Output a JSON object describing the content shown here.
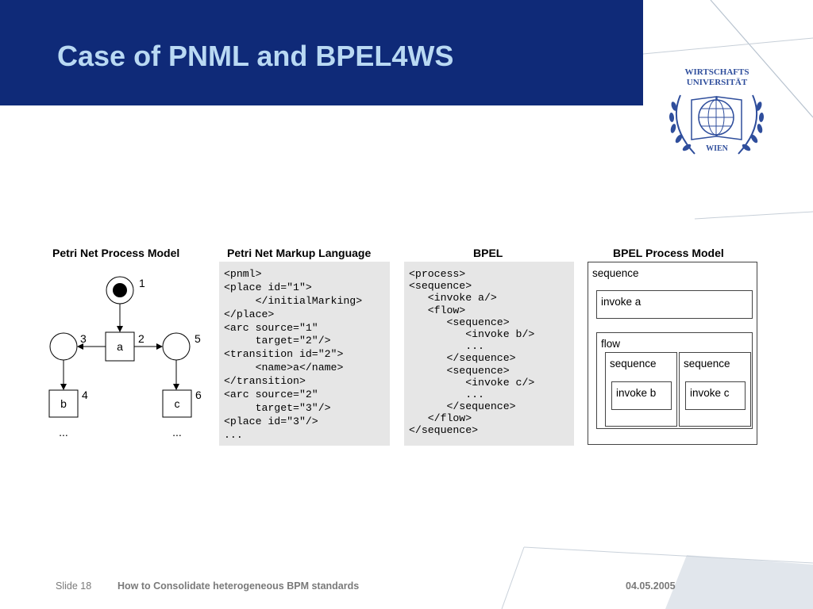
{
  "slide": {
    "title": "Case of PNML and BPEL4WS"
  },
  "logo": {
    "line1": "WIRTSCHAFTS",
    "line2": "UNIVERSITÄT",
    "city": "WIEN"
  },
  "columns": {
    "petri_heading": "Petri Net Process Model",
    "pnml_heading": "Petri Net Markup Language",
    "bpel_heading": "BPEL",
    "bpel_model_heading": "BPEL Process Model"
  },
  "petri_net": {
    "labels": [
      "1",
      "2",
      "3",
      "4",
      "5",
      "6"
    ],
    "transition_a": "a",
    "place_b": "b",
    "place_c": "c",
    "ellipsis_left": "...",
    "ellipsis_right": "..."
  },
  "pnml_code": [
    "<pnml>",
    "<place id=\"1\">",
    "     </initialMarking>",
    "</place>",
    "<arc source=\"1\"",
    "     target=\"2\"/>",
    "<transition id=\"2\">",
    "     <name>a</name>",
    "</transition>",
    "<arc source=\"2\"",
    "     target=\"3\"/>",
    "<place id=\"3\"/>",
    "..."
  ],
  "bpel_code": [
    "<process>",
    "<sequence>",
    "   <invoke a/>",
    "   <flow>",
    "      <sequence>",
    "         <invoke b/>",
    "         ...",
    "      </sequence>",
    "      <sequence>",
    "         <invoke c/>",
    "         ...",
    "      </sequence>",
    "   </flow>",
    "</sequence>"
  ],
  "bpel_model": {
    "outer": "sequence",
    "invoke_a": "invoke a",
    "flow": "flow",
    "seq_left": "sequence",
    "seq_right": "sequence",
    "invoke_b": "invoke b",
    "invoke_c": "invoke c"
  },
  "footer": {
    "slide_label": "Slide 18",
    "talk_title": "How to Consolidate heterogeneous BPM standards",
    "date": "04.05.2005"
  },
  "colors": {
    "header_bg": "#0f2a78",
    "title": "#b9d9f3",
    "code_bg": "#e6e6e6",
    "logo_blue": "#2f4e9c"
  }
}
